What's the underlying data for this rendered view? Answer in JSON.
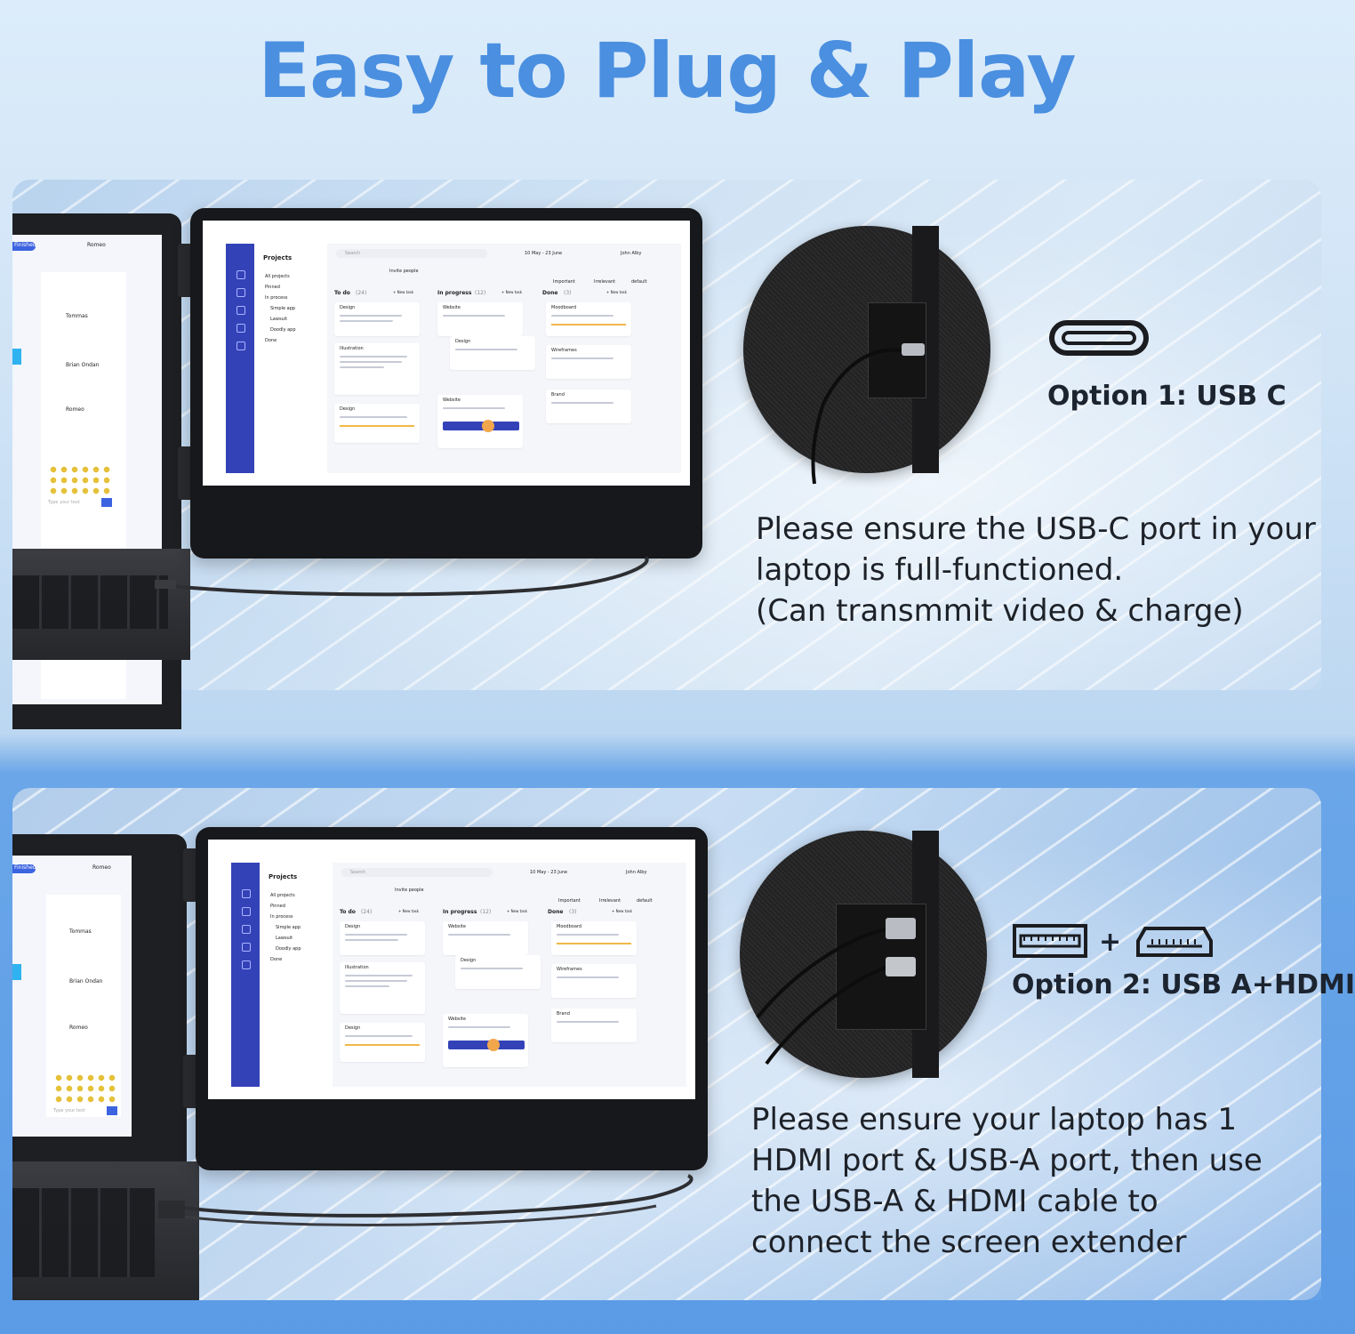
{
  "headline": "Easy to Plug & Play",
  "colors": {
    "headline": "#4a8fe0",
    "panel_light": "#cfe2f4",
    "background_blue": "#5b9be6",
    "device_dark": "#17181b",
    "app_accent": "#3442b8"
  },
  "options": [
    {
      "label": "Option 1: USB C",
      "description_lines": [
        "Please ensure the USB-C port in your",
        "laptop is full-functioned.",
        "(Can transmmit video & charge)"
      ],
      "icon": "usb-c-port-icon"
    },
    {
      "label": "Option 2: USB A+HDMI",
      "plus": "+",
      "description_lines": [
        "Please ensure your laptop has 1",
        "HDMI port & USB-A port, then use",
        "the USB-A & HDMI cable to",
        "connect the screen extender"
      ],
      "icons": [
        "usb-a-port-icon",
        "hdmi-port-icon"
      ]
    }
  ],
  "app_screen": {
    "nav_title": "Projects",
    "nav_items": [
      "All projects",
      "Pinned",
      "In process",
      "Simple app",
      "Lawsuit",
      "Doodly app",
      "Done"
    ],
    "search_placeholder": "Search",
    "date_range": "10 May - 23 June",
    "user": "John Alby",
    "invite": "Invite people",
    "filters": [
      "Important",
      "Irrelevant",
      "default"
    ],
    "columns": [
      {
        "title": "To do",
        "count": "(24)",
        "action": "+ New task",
        "cards": [
          "Design",
          "Illustration",
          "Design"
        ]
      },
      {
        "title": "In progress",
        "count": "(12)",
        "action": "+ New task",
        "cards": [
          "Website",
          "Design",
          "Website"
        ]
      },
      {
        "title": "Done",
        "count": "(3)",
        "action": "+ New task",
        "cards": [
          "Moodboard",
          "Wireframes",
          "Brand"
        ]
      }
    ],
    "chat_user": "Romeo",
    "chat_badge": "Finished",
    "chat_names": [
      "Tommas",
      "Brian Ondan",
      "Romeo"
    ],
    "chat_input": "Type your text"
  }
}
